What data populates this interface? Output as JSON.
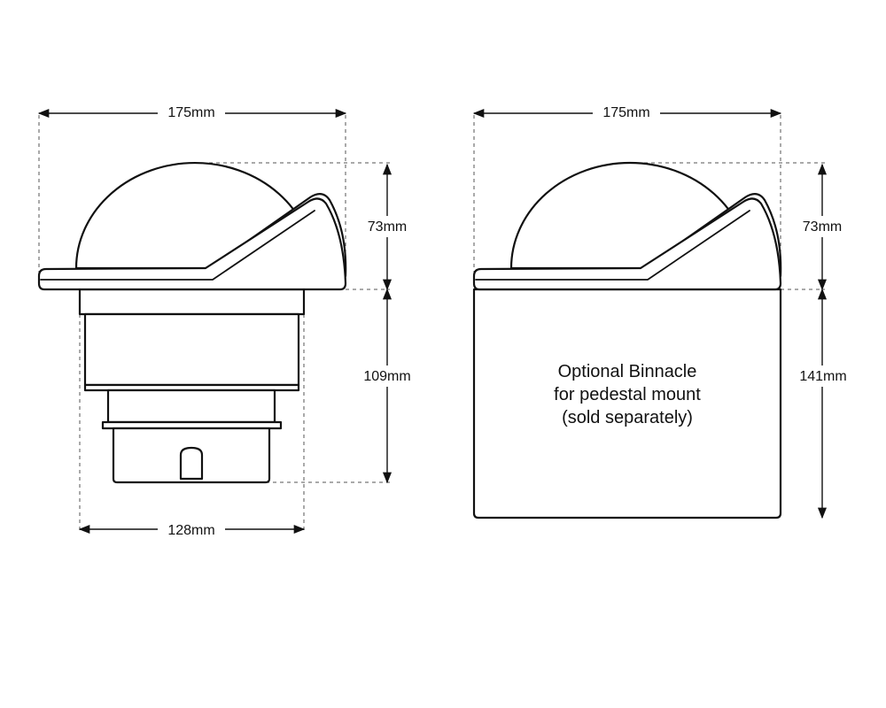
{
  "left_view": {
    "width_top": "175mm",
    "dome_height": "73mm",
    "body_height": "109mm",
    "width_bottom": "128mm"
  },
  "right_view": {
    "width_top": "175mm",
    "dome_height": "73mm",
    "binnacle_height": "141mm",
    "binnacle_text": {
      "line1": "Optional Binnacle",
      "line2": "for pedestal mount",
      "line3": "(sold separately)"
    }
  }
}
